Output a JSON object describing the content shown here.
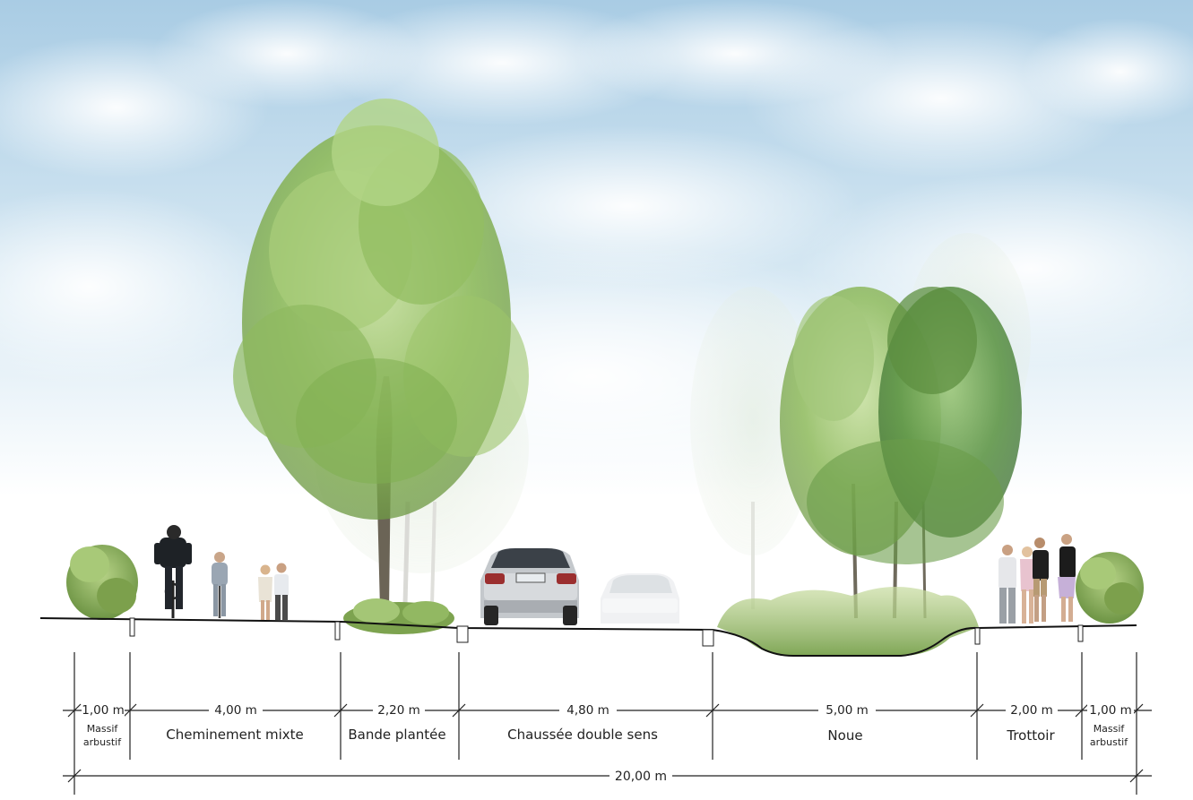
{
  "segments": [
    {
      "id": "massif-left",
      "width": "1,00 m",
      "label_line1": "Massif",
      "label_line2": "arbustif"
    },
    {
      "id": "cheminement",
      "width": "4,00 m",
      "label_line1": "Cheminement mixte",
      "label_line2": ""
    },
    {
      "id": "bande",
      "width": "2,20 m",
      "label_line1": "Bande plantée",
      "label_line2": ""
    },
    {
      "id": "chaussee",
      "width": "4,80 m",
      "label_line1": "Chaussée double sens",
      "label_line2": ""
    },
    {
      "id": "noue",
      "width": "5,00 m",
      "label_line1": "Noue",
      "label_line2": ""
    },
    {
      "id": "trottoir",
      "width": "2,00 m",
      "label_line1": "Trottoir",
      "label_line2": ""
    },
    {
      "id": "massif-right",
      "width": "1,00 m",
      "label_line1": "Massif",
      "label_line2": "arbustif"
    }
  ],
  "total": "20,00 m",
  "colors": {
    "sky_top": "#b9d7ea",
    "sky_bottom": "#ffffff",
    "foliage_light": "#b5d48a",
    "foliage_dark": "#5e8a3c",
    "trunk": "#6b6456",
    "ground_line": "#111111",
    "dimension_line": "#222222"
  },
  "icons": {
    "cyclist": "cyclist-icon",
    "pedestrian": "pedestrian-icon",
    "car": "car-icon",
    "tree": "tree-icon",
    "shrub": "shrub-icon"
  }
}
